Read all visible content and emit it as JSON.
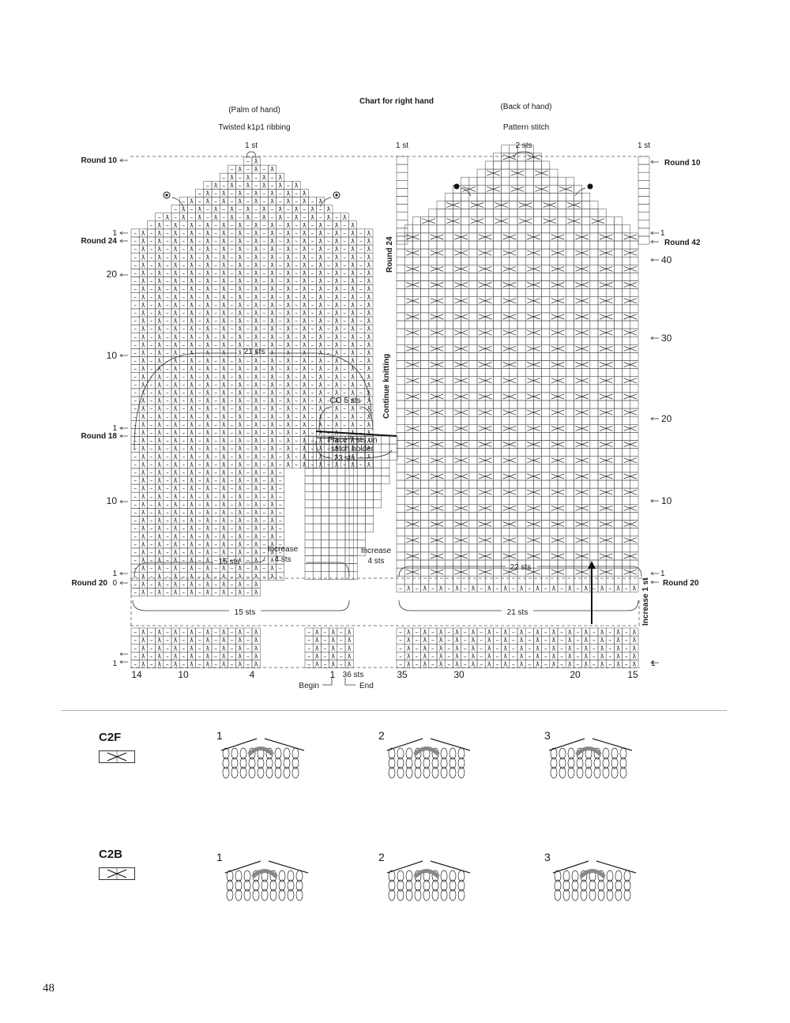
{
  "title": "Chart for right hand",
  "palm": {
    "heading": "(Palm of hand)",
    "sub": "Twisted k1p1 ribbing"
  },
  "back": {
    "heading": "(Back of hand)",
    "sub": "Pattern stitch"
  },
  "top_labels": {
    "palm_top": "1 st",
    "back_left": "1 st",
    "back_mid": "2 sts",
    "back_right": "1 st"
  },
  "left_labels": {
    "round10": "Round 10",
    "one_a": "1",
    "round24": "Round 24",
    "twenty": "20",
    "ten_a": "10",
    "one_b": "1",
    "round18": "Round 18",
    "ten_b": "10",
    "one_c": "1",
    "round20": "Round 20",
    "zero": "0",
    "one_d": "1"
  },
  "right_labels": {
    "round10": "Round 10",
    "one_a": "1",
    "round42": "Round 42",
    "forty": "40",
    "thirty": "30",
    "twenty": "20",
    "ten": "10",
    "one_b": "1",
    "round20": "Round 20",
    "one_c": "1"
  },
  "annotations": {
    "round24_vertical": "Round 24",
    "continue_knitting": "Continue knitting",
    "twenty_one_sts": "21 sts",
    "co5": "CO 5 sts",
    "place7_line1": "Place 7 sts on",
    "place7_line2": "stitch holder",
    "twenty_three_sts": "23 sts",
    "increase_left": "Increase",
    "increase_left_sts": "4 sts",
    "increase_right": "Increase",
    "increase_right_sts": "4 sts",
    "fifteen_sts_a": "15 sts",
    "twenty_two_sts": "22 sts",
    "increase_one": "Increase 1 st",
    "fifteen_sts_b": "15 sts",
    "twenty_one_sts_b": "21 sts"
  },
  "bottom_axis": [
    "14",
    "10",
    "4",
    "1",
    "36 sts",
    "35",
    "30",
    "20",
    "15"
  ],
  "begin": "Begin",
  "end": "End",
  "legend": [
    {
      "name": "C2F",
      "steps": [
        "1",
        "2",
        "3"
      ]
    },
    {
      "name": "C2B",
      "steps": [
        "1",
        "2",
        "3"
      ]
    }
  ],
  "page_number": "48"
}
